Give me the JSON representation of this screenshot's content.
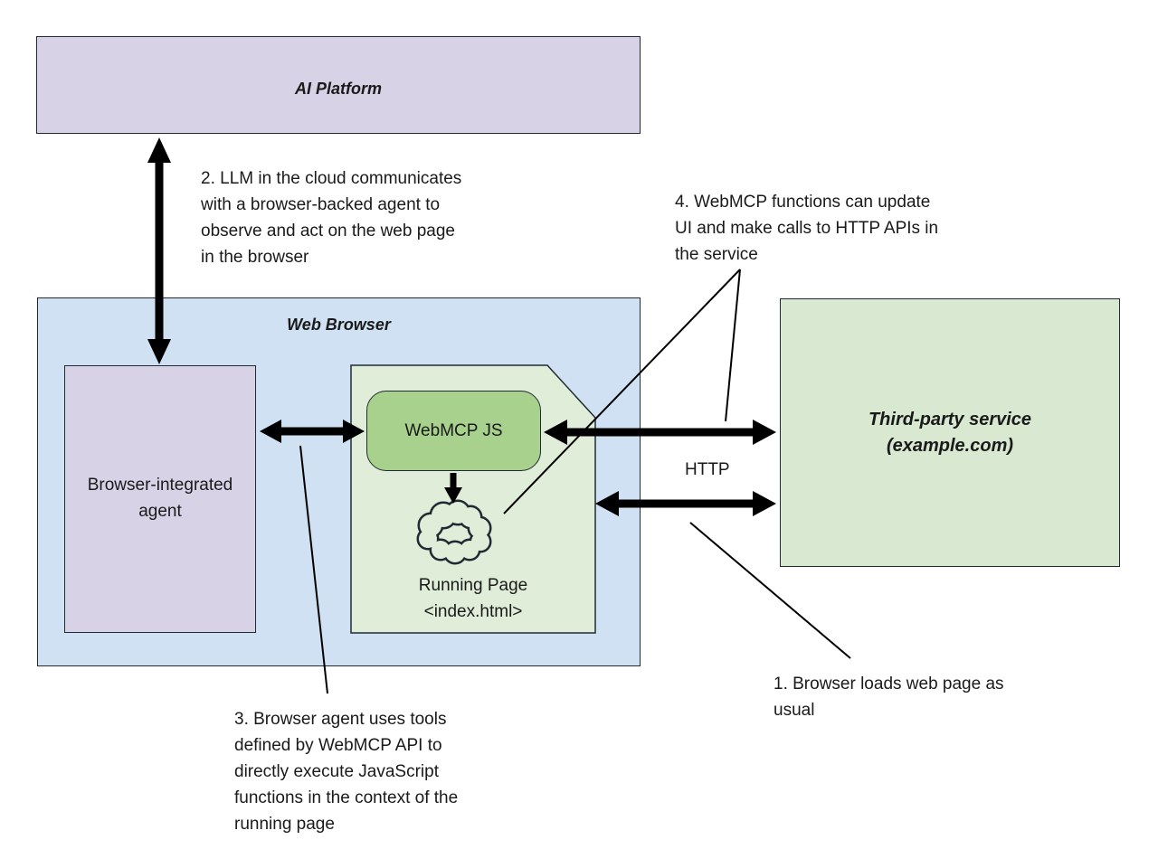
{
  "diagram": {
    "boxes": {
      "ai_platform": {
        "label": "AI Platform"
      },
      "web_browser": {
        "label": "Web Browser"
      },
      "agent": {
        "label": "Browser-integrated\nagent"
      },
      "webmcp": {
        "label": "WebMCP JS"
      },
      "running_page": {
        "label": "Running Page\n<index.html>"
      },
      "third_party": {
        "label": "Third-party service\n(example.com)"
      }
    },
    "annotations": {
      "step1": "1. Browser loads web page as\nusual",
      "step2": "2. LLM in the cloud communicates\nwith a browser-backed agent to\nobserve and act on the web page\nin the browser",
      "step3": "3. Browser agent uses tools\ndefined by WebMCP API to\ndirectly execute JavaScript\nfunctions in the context of the\nrunning page",
      "step4": "4. WebMCP functions can update\nUI and make calls to HTTP APIs in\nthe service",
      "http_label": "HTTP"
    },
    "colors": {
      "lavender": "#D8D2E7",
      "blue": "#CFE1F2",
      "green_pale": "#E0EDD8",
      "green_mid": "#A9D18E",
      "green_service": "#D8E8D1",
      "ink": "#1F2A33",
      "black": "#000000",
      "text": "#1A1A1A"
    }
  }
}
